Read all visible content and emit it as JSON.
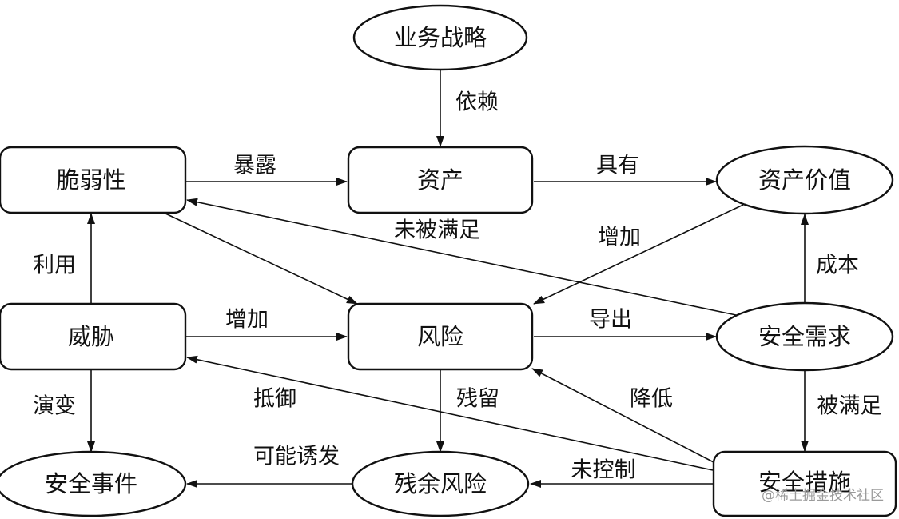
{
  "diagram": {
    "nodes": {
      "business_strategy": "业务战略",
      "vulnerability": "脆弱性",
      "asset": "资产",
      "asset_value": "资产价值",
      "threat": "威胁",
      "risk": "风险",
      "security_requirement": "安全需求",
      "security_event": "安全事件",
      "residual_risk": "残余风险",
      "security_measure": "安全措施"
    },
    "edges": {
      "depend": "依赖",
      "expose": "暴露",
      "own": "具有",
      "unsatisfied": "未被满足",
      "increase_value": "增加",
      "exploit": "利用",
      "cost": "成本",
      "increase_risk": "增加",
      "derive": "导出",
      "resist": "抵御",
      "reduce": "降低",
      "residual": "残留",
      "evolve": "演变",
      "satisfied": "被满足",
      "may_trigger": "可能诱发",
      "uncontrolled": "未控制"
    }
  },
  "watermark": "@稀土掘金技术社区"
}
